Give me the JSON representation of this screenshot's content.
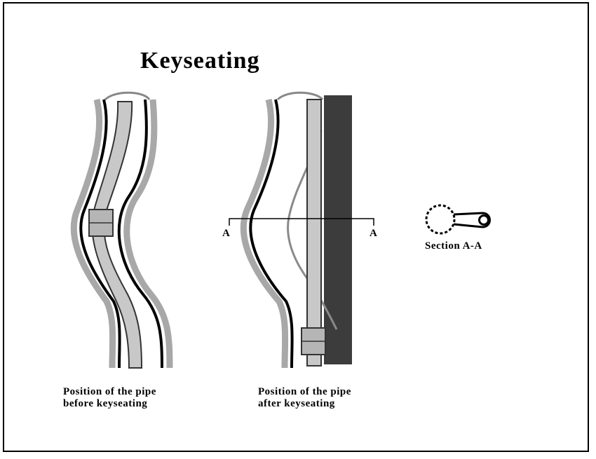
{
  "title": "Keyseating",
  "left_caption": {
    "line1": "Position of the pipe",
    "line2": "before keyseating"
  },
  "right_caption": {
    "line1": "Position of the pipe",
    "line2": "after keyseating"
  },
  "section_labels": {
    "left": "A",
    "right": "A",
    "section": "Section A-A"
  },
  "colors": {
    "wall": "#000000",
    "wall_shadow": "#9a9a9a",
    "pipe_fill": "#c8c8c8",
    "formation": "#3c3c3c",
    "tool_joint": "#b5b5b5"
  }
}
